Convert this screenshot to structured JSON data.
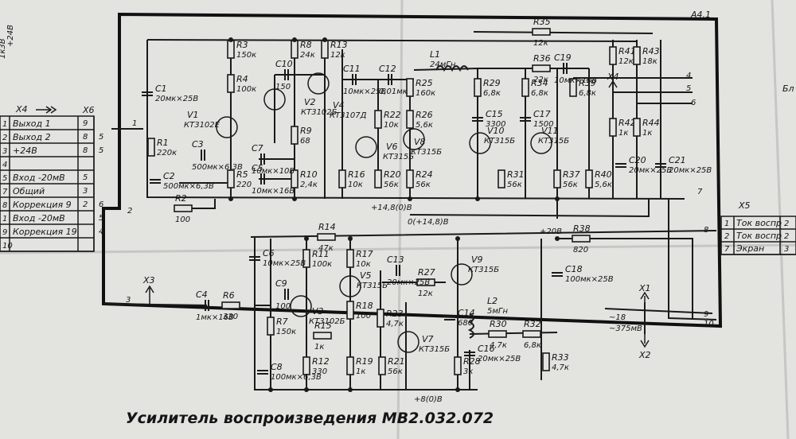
{
  "sheet": {
    "designator": "А4.1",
    "title": "Усилитель воспроизведения МВ2.032.072"
  },
  "left_connector": {
    "pin_header_left": "Х4",
    "pin_header_right": "Х6",
    "margin_marks": [
      "1к3В",
      "+24В"
    ],
    "rows": [
      {
        "n": "1",
        "label": "Выход 1",
        "pins": [
          "9",
          ""
        ]
      },
      {
        "n": "2",
        "label": "Выход 2",
        "pins": [
          "8",
          "5"
        ]
      },
      {
        "n": "3",
        "label": "+24В",
        "pins": [
          "8",
          "5"
        ]
      },
      {
        "n": "4",
        "label": "",
        "pins": [
          "",
          ""
        ]
      },
      {
        "n": "5",
        "label": "Вход -20мВ",
        "pins": [
          "5",
          ""
        ]
      },
      {
        "n": "7",
        "label": "Общий",
        "pins": [
          "3",
          ""
        ]
      },
      {
        "n": "8",
        "label": "Коррекция 9",
        "pins": [
          "2",
          "6"
        ]
      },
      {
        "n": "1",
        "label": "Вход -20мВ",
        "pins": [
          "",
          "5"
        ]
      },
      {
        "n": "9",
        "label": "Коррекция 19",
        "pins": [
          "",
          "4"
        ]
      },
      {
        "n": "10",
        "label": "",
        "pins": [
          "",
          ""
        ]
      }
    ]
  },
  "right_connector": {
    "header": "Х5",
    "rows": [
      {
        "n": "1",
        "label": "Ток воспр",
        "pin": "2"
      },
      {
        "n": "2",
        "label": "Ток воспр",
        "pin": "2"
      },
      {
        "n": "7",
        "label": "Экран",
        "pin": "3"
      }
    ],
    "edge_text": "Бл"
  },
  "components": {
    "R1": {
      "ref": "R1",
      "value": "220к"
    },
    "R2": {
      "ref": "R2",
      "value": "100"
    },
    "R3": {
      "ref": "R3",
      "value": "150к"
    },
    "R4": {
      "ref": "R4",
      "value": "100к"
    },
    "R5": {
      "ref": "R5",
      "value": "220"
    },
    "R6": {
      "ref": "R6",
      "value": "330"
    },
    "R7": {
      "ref": "R7",
      "value": "150к"
    },
    "R8": {
      "ref": "R8",
      "value": "24к"
    },
    "R9": {
      "ref": "R9",
      "value": "68"
    },
    "R10": {
      "ref": "R10",
      "value": "2,4к"
    },
    "R11": {
      "ref": "R11",
      "value": "100к"
    },
    "R12": {
      "ref": "R12",
      "value": "330"
    },
    "R13": {
      "ref": "R13",
      "value": "12к"
    },
    "R14": {
      "ref": "R14",
      "value": "47к"
    },
    "R15": {
      "ref": "R15",
      "value": "1к"
    },
    "R16": {
      "ref": "R16",
      "value": "10к"
    },
    "R17": {
      "ref": "R17",
      "value": "10к"
    },
    "R18": {
      "ref": "R18",
      "value": "100"
    },
    "R19": {
      "ref": "R19",
      "value": "1к"
    },
    "R20": {
      "ref": "R20",
      "value": "56к"
    },
    "R21": {
      "ref": "R21",
      "value": "56к"
    },
    "R22": {
      "ref": "R22",
      "value": "10к"
    },
    "R23": {
      "ref": "R23",
      "value": "4,7к"
    },
    "R24": {
      "ref": "R24",
      "value": "56к"
    },
    "R25": {
      "ref": "R25",
      "value": "160к"
    },
    "R26": {
      "ref": "R26",
      "value": "5,6к"
    },
    "R27": {
      "ref": "R27",
      "value": "12к"
    },
    "R28": {
      "ref": "R28",
      "value": "3к"
    },
    "R29": {
      "ref": "R29",
      "value": "6,8к"
    },
    "R30": {
      "ref": "R30",
      "value": "4,7к"
    },
    "R31": {
      "ref": "R31",
      "value": "56к"
    },
    "R32": {
      "ref": "R32",
      "value": "6,8к"
    },
    "R33": {
      "ref": "R33",
      "value": "4,7к"
    },
    "R34": {
      "ref": "R34",
      "value": "6,8к"
    },
    "R35": {
      "ref": "R35",
      "value": "12к"
    },
    "R36": {
      "ref": "R36",
      "value": "22к"
    },
    "R37": {
      "ref": "R37",
      "value": "56к"
    },
    "R38": {
      "ref": "R38",
      "value": "820"
    },
    "R39": {
      "ref": "R39",
      "value": "6,8к"
    },
    "R40": {
      "ref": "R40",
      "value": "5,6к"
    },
    "R41": {
      "ref": "R41",
      "value": "12к"
    },
    "R42": {
      "ref": "R42",
      "value": "1к"
    },
    "R43": {
      "ref": "R43",
      "value": "18к"
    },
    "R44": {
      "ref": "R44",
      "value": "1к"
    },
    "C1": {
      "ref": "C1",
      "value": "20мк×25В"
    },
    "C2": {
      "ref": "C2",
      "value": "500мк×6,3В"
    },
    "C3": {
      "ref": "C3",
      "value": "500мк×6,3В"
    },
    "C4": {
      "ref": "C4",
      "value": "1мк×16В"
    },
    "C5": {
      "ref": "C5",
      "value": "10мк×16В"
    },
    "C6": {
      "ref": "C6",
      "value": "10мк×25В"
    },
    "C7": {
      "ref": "C7",
      "value": "10мк×10В"
    },
    "C8": {
      "ref": "C8",
      "value": "100мк×6,3В"
    },
    "C9": {
      "ref": "C9",
      "value": "100"
    },
    "C10": {
      "ref": "C10",
      "value": "150"
    },
    "C11": {
      "ref": "C11",
      "value": "10мк×25В"
    },
    "C12": {
      "ref": "C12",
      "value": "0,01мк"
    },
    "C13": {
      "ref": "C13",
      "value": "20мк×25В"
    },
    "C14": {
      "ref": "C14",
      "value": "680"
    },
    "C15": {
      "ref": "C15",
      "value": "3300"
    },
    "C16": {
      "ref": "C16",
      "value": "20мк×25В"
    },
    "C17": {
      "ref": "C17",
      "value": "1500"
    },
    "C18": {
      "ref": "C18",
      "value": "100мк×25В"
    },
    "C19": {
      "ref": "C19",
      "value": "10мк×10В"
    },
    "C20": {
      "ref": "C20",
      "value": "20мк×25В"
    },
    "C21": {
      "ref": "C21",
      "value": "20мк×25В"
    },
    "V1": {
      "ref": "V1",
      "value": "КТ3102Е"
    },
    "V2": {
      "ref": "V2",
      "value": "КТ3102Б"
    },
    "V3": {
      "ref": "V3",
      "value": "КТ3102Б"
    },
    "V4": {
      "ref": "V4",
      "value": "КТ3107Д"
    },
    "V5": {
      "ref": "V5",
      "value": "КТ315Б"
    },
    "V6": {
      "ref": "V6",
      "value": "КТ315Б"
    },
    "V7": {
      "ref": "V7",
      "value": "КТ315Б"
    },
    "V8": {
      "ref": "V8",
      "value": "КТ315Б"
    },
    "V9": {
      "ref": "V9",
      "value": "КТ315Б"
    },
    "V10": {
      "ref": "V10",
      "value": "КТ315Б"
    },
    "V11": {
      "ref": "V11",
      "value": "КТ315Б"
    },
    "L1": {
      "ref": "L1",
      "value": "24мГн"
    },
    "L2": {
      "ref": "L2",
      "value": "5мГн"
    }
  },
  "rail_labels": {
    "plus148_a": "+14,8(0)В",
    "plus148_b": "0(+14,8)В",
    "plus148_c": "+8(0)В",
    "plus20": "+20В",
    "approx18": "~18",
    "approx375": "~375мВ"
  },
  "test_points": {
    "X1": "X1",
    "X2": "X2",
    "X3": "X3",
    "X4": "X4"
  },
  "net_numbers": {
    "n1": "1",
    "n2": "2",
    "n3": "3",
    "n4": "4",
    "n5": "5",
    "n6": "6",
    "n7": "7",
    "n8": "8",
    "n9": "9",
    "n10": "10"
  }
}
